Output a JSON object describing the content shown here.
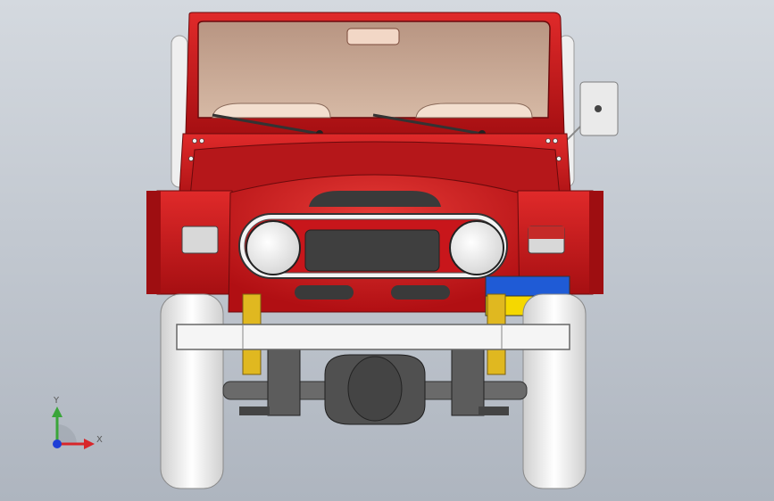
{
  "viewport": {
    "triad": {
      "x_label": "X",
      "y_label": "Y",
      "colors": {
        "x": "#d8262a",
        "y": "#3aa53a",
        "z": "#1f3fd6"
      }
    }
  },
  "model": {
    "icon": "jeep-front-view",
    "colors": {
      "body": "#c8161b",
      "body_dark": "#8f0d10",
      "windshield": "#c0a08a",
      "plate_blue": "#1f5bd6",
      "plate_yellow": "#f5d800",
      "chrome": "#e8e8e8",
      "spring": "#e0b820"
    }
  }
}
